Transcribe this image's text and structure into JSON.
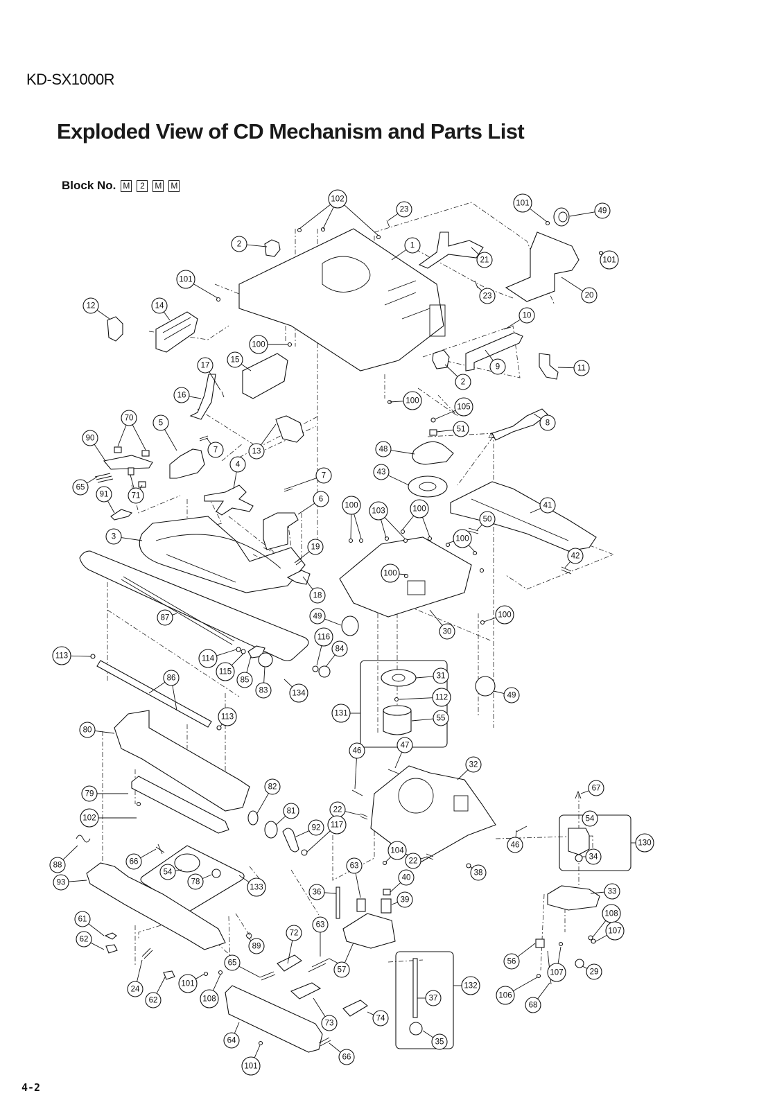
{
  "header": {
    "model": "KD-SX1000R",
    "title": "Exploded View of CD Mechanism and Parts List",
    "block_label": "Block No.",
    "block_codes": [
      "M",
      "2",
      "M",
      "M"
    ]
  },
  "footer": {
    "page_number": "4-2"
  },
  "warning_symbol": "⚠",
  "callouts": [
    {
      "id": "c102a",
      "label": "102"
    },
    {
      "id": "c23a",
      "label": "23"
    },
    {
      "id": "c2a",
      "label": "2"
    },
    {
      "id": "c1",
      "label": "1"
    },
    {
      "id": "c101a",
      "label": "101"
    },
    {
      "id": "c49a",
      "label": "49"
    },
    {
      "id": "c101b",
      "label": "101"
    },
    {
      "id": "c21",
      "label": "21"
    },
    {
      "id": "c23b",
      "label": "23"
    },
    {
      "id": "c20",
      "label": "20"
    },
    {
      "id": "c101c",
      "label": "101"
    },
    {
      "id": "c12",
      "label": "12"
    },
    {
      "id": "c14",
      "label": "14"
    },
    {
      "id": "c10",
      "label": "10"
    },
    {
      "id": "c100a",
      "label": "100"
    },
    {
      "id": "c9",
      "label": "9"
    },
    {
      "id": "c11",
      "label": "11"
    },
    {
      "id": "c17",
      "label": "17"
    },
    {
      "id": "c15",
      "label": "15"
    },
    {
      "id": "c2b",
      "label": "2"
    },
    {
      "id": "c16",
      "label": "16"
    },
    {
      "id": "c100b",
      "label": "100"
    },
    {
      "id": "c105",
      "label": "105"
    },
    {
      "id": "c8",
      "label": "8"
    },
    {
      "id": "c70",
      "label": "70"
    },
    {
      "id": "c5",
      "label": "5"
    },
    {
      "id": "c51",
      "label": "51"
    },
    {
      "id": "c90",
      "label": "90"
    },
    {
      "id": "c7a",
      "label": "7"
    },
    {
      "id": "c13",
      "label": "13"
    },
    {
      "id": "c48",
      "label": "48"
    },
    {
      "id": "c4",
      "label": "4"
    },
    {
      "id": "c65a",
      "label": "65"
    },
    {
      "id": "c91",
      "label": "91"
    },
    {
      "id": "c71",
      "label": "71"
    },
    {
      "id": "c43",
      "label": "43"
    },
    {
      "id": "c7b",
      "label": "7"
    },
    {
      "id": "c6",
      "label": "6"
    },
    {
      "id": "c100c",
      "label": "100"
    },
    {
      "id": "c103",
      "label": "103"
    },
    {
      "id": "c100d",
      "label": "100"
    },
    {
      "id": "c41",
      "label": "41"
    },
    {
      "id": "c3",
      "label": "3"
    },
    {
      "id": "c50",
      "label": "50"
    },
    {
      "id": "c100e",
      "label": "100"
    },
    {
      "id": "c19",
      "label": "19"
    },
    {
      "id": "c100f",
      "label": "100"
    },
    {
      "id": "c42",
      "label": "42"
    },
    {
      "id": "c18",
      "label": "18"
    },
    {
      "id": "c87",
      "label": "87"
    },
    {
      "id": "c49b",
      "label": "49"
    },
    {
      "id": "c100g",
      "label": "100"
    },
    {
      "id": "c30",
      "label": "30"
    },
    {
      "id": "c114",
      "label": "114"
    },
    {
      "id": "c116",
      "label": "116"
    },
    {
      "id": "c115",
      "label": "115"
    },
    {
      "id": "c84",
      "label": "84"
    },
    {
      "id": "c113a",
      "label": "113"
    },
    {
      "id": "c85",
      "label": "85"
    },
    {
      "id": "c83",
      "label": "83"
    },
    {
      "id": "c31",
      "label": "31"
    },
    {
      "id": "c86",
      "label": "86"
    },
    {
      "id": "c134",
      "label": "134"
    },
    {
      "id": "c112",
      "label": "112"
    },
    {
      "id": "c49c",
      "label": "49"
    },
    {
      "id": "c131",
      "label": "131"
    },
    {
      "id": "c55",
      "label": "55"
    },
    {
      "id": "c113b",
      "label": "113"
    },
    {
      "id": "c80",
      "label": "80"
    },
    {
      "id": "c47",
      "label": "47"
    },
    {
      "id": "c46a",
      "label": "46"
    },
    {
      "id": "c32",
      "label": "32"
    },
    {
      "id": "c79",
      "label": "79"
    },
    {
      "id": "c82",
      "label": "82"
    },
    {
      "id": "c67",
      "label": "67"
    },
    {
      "id": "c102b",
      "label": "102"
    },
    {
      "id": "c81",
      "label": "81"
    },
    {
      "id": "c22a",
      "label": "22"
    },
    {
      "id": "c92",
      "label": "92"
    },
    {
      "id": "c54a",
      "label": "54"
    },
    {
      "id": "c130",
      "label": "130"
    },
    {
      "id": "c117",
      "label": "117"
    },
    {
      "id": "c88",
      "label": "88"
    },
    {
      "id": "c66a",
      "label": "66"
    },
    {
      "id": "c34",
      "label": "34"
    },
    {
      "id": "c46b",
      "label": "46"
    },
    {
      "id": "c104",
      "label": "104"
    },
    {
      "id": "c22b",
      "label": "22"
    },
    {
      "id": "c63a",
      "label": "63"
    },
    {
      "id": "c40",
      "label": "40"
    },
    {
      "id": "c54b",
      "label": "54"
    },
    {
      "id": "c78",
      "label": "78"
    },
    {
      "id": "c38",
      "label": "38"
    },
    {
      "id": "c93",
      "label": "93"
    },
    {
      "id": "c133",
      "label": "133"
    },
    {
      "id": "c36",
      "label": "36"
    },
    {
      "id": "c39",
      "label": "39"
    },
    {
      "id": "c33",
      "label": "33"
    },
    {
      "id": "c108a",
      "label": "108"
    },
    {
      "id": "c61",
      "label": "61"
    },
    {
      "id": "c107a",
      "label": "107"
    },
    {
      "id": "c62a",
      "label": "62"
    },
    {
      "id": "c72",
      "label": "72"
    },
    {
      "id": "c63b",
      "label": "63"
    },
    {
      "id": "c89",
      "label": "89"
    },
    {
      "id": "c56",
      "label": "56"
    },
    {
      "id": "c107b",
      "label": "107"
    },
    {
      "id": "c29",
      "label": "29"
    },
    {
      "id": "c57",
      "label": "57"
    },
    {
      "id": "c65b",
      "label": "65"
    },
    {
      "id": "c24",
      "label": "24"
    },
    {
      "id": "c62b",
      "label": "62"
    },
    {
      "id": "c101d",
      "label": "101"
    },
    {
      "id": "c108b",
      "label": "108"
    },
    {
      "id": "c132",
      "label": "132"
    },
    {
      "id": "c106",
      "label": "106"
    },
    {
      "id": "c68",
      "label": "68"
    },
    {
      "id": "c37",
      "label": "37"
    },
    {
      "id": "c74",
      "label": "74"
    },
    {
      "id": "c73",
      "label": "73"
    },
    {
      "id": "c64",
      "label": "64"
    },
    {
      "id": "c35",
      "label": "35"
    },
    {
      "id": "c66b",
      "label": "66"
    },
    {
      "id": "c101e",
      "label": "101"
    }
  ]
}
